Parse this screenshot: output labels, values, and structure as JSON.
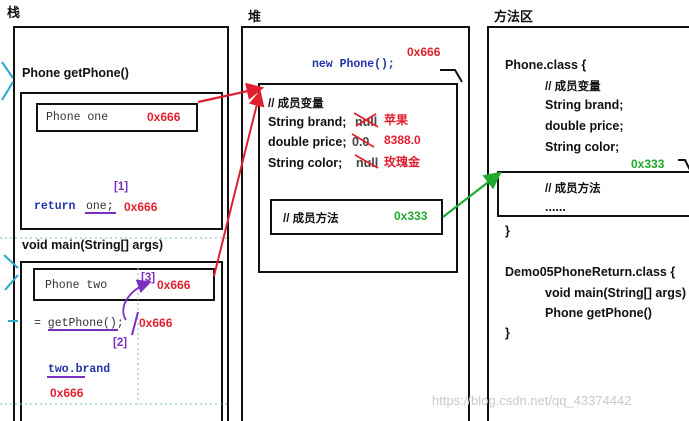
{
  "headers": {
    "stack": "栈",
    "heap": "堆",
    "method_area": "方法区"
  },
  "stack": {
    "getphone_title": "Phone getPhone()",
    "getphone_var": "Phone one",
    "getphone_var_value": "0x666",
    "return_step": "[1]",
    "return_keyword": "return",
    "return_var": "one;",
    "return_value": "0x666",
    "main_title": "void main(String[] args)",
    "main_var": "Phone two",
    "main_var_step": "[3]",
    "main_var_value": "0x666",
    "call_expr": "= getPhone();",
    "call_value": "0x666",
    "call_step": "[2]",
    "brand_expr": "two.brand",
    "brand_value": "0x666"
  },
  "heap": {
    "new_expr": "new Phone();",
    "address": "0x666",
    "fields_comment": "// 成员变量",
    "field_brand": "String brand;",
    "field_brand_old": "null",
    "field_brand_new": "苹果",
    "field_price": "double price;",
    "field_price_old": "0.0",
    "field_price_new": "8388.0",
    "field_color": "String color;",
    "field_color_old": "null",
    "field_color_new": "玫瑰金",
    "methods_comment": "// 成员方法",
    "methods_address": "0x333"
  },
  "method_area": {
    "phone_class": "Phone.class {",
    "fields_comment": "// 成员变量",
    "field_brand": "String brand;",
    "field_price": "double price;",
    "field_color": "String color;",
    "methods_address": "0x333",
    "methods_comment": "// 成员方法",
    "methods_dots": "......",
    "close1": "}",
    "return_class": "Demo05PhoneReturn.class {",
    "main_method": "void main(String[] args)",
    "getphone_method": "Phone getPhone()",
    "close2": "}"
  },
  "watermark": "https://blog.csdn.net/qq_43374442",
  "colors": {
    "red": "#e0202f",
    "green": "#1faa2f",
    "cyan": "#29a9c9",
    "purple": "#7b2fbf",
    "blue": "#2233aa"
  }
}
